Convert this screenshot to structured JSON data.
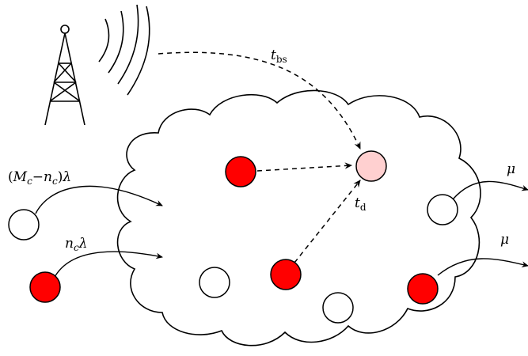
{
  "labels": {
    "t_bs": {
      "main": "t",
      "sub": "bs"
    },
    "t_d": {
      "main": "t",
      "sub": "d"
    },
    "mc_minus_nc_lambda": {
      "open": "(",
      "M": "M",
      "c1": "c",
      "minus": "−",
      "n": "n",
      "c2": "c",
      "close": ")",
      "lambda": "λ"
    },
    "nc_lambda": {
      "n": "n",
      "c": "c",
      "lambda": "λ"
    },
    "mu_top": "μ",
    "mu_bottom": "μ"
  },
  "colors": {
    "active_node": "#ff0000",
    "idle_node": "#ffffff",
    "target_node": "#ffd0d0",
    "stroke": "#000000"
  }
}
